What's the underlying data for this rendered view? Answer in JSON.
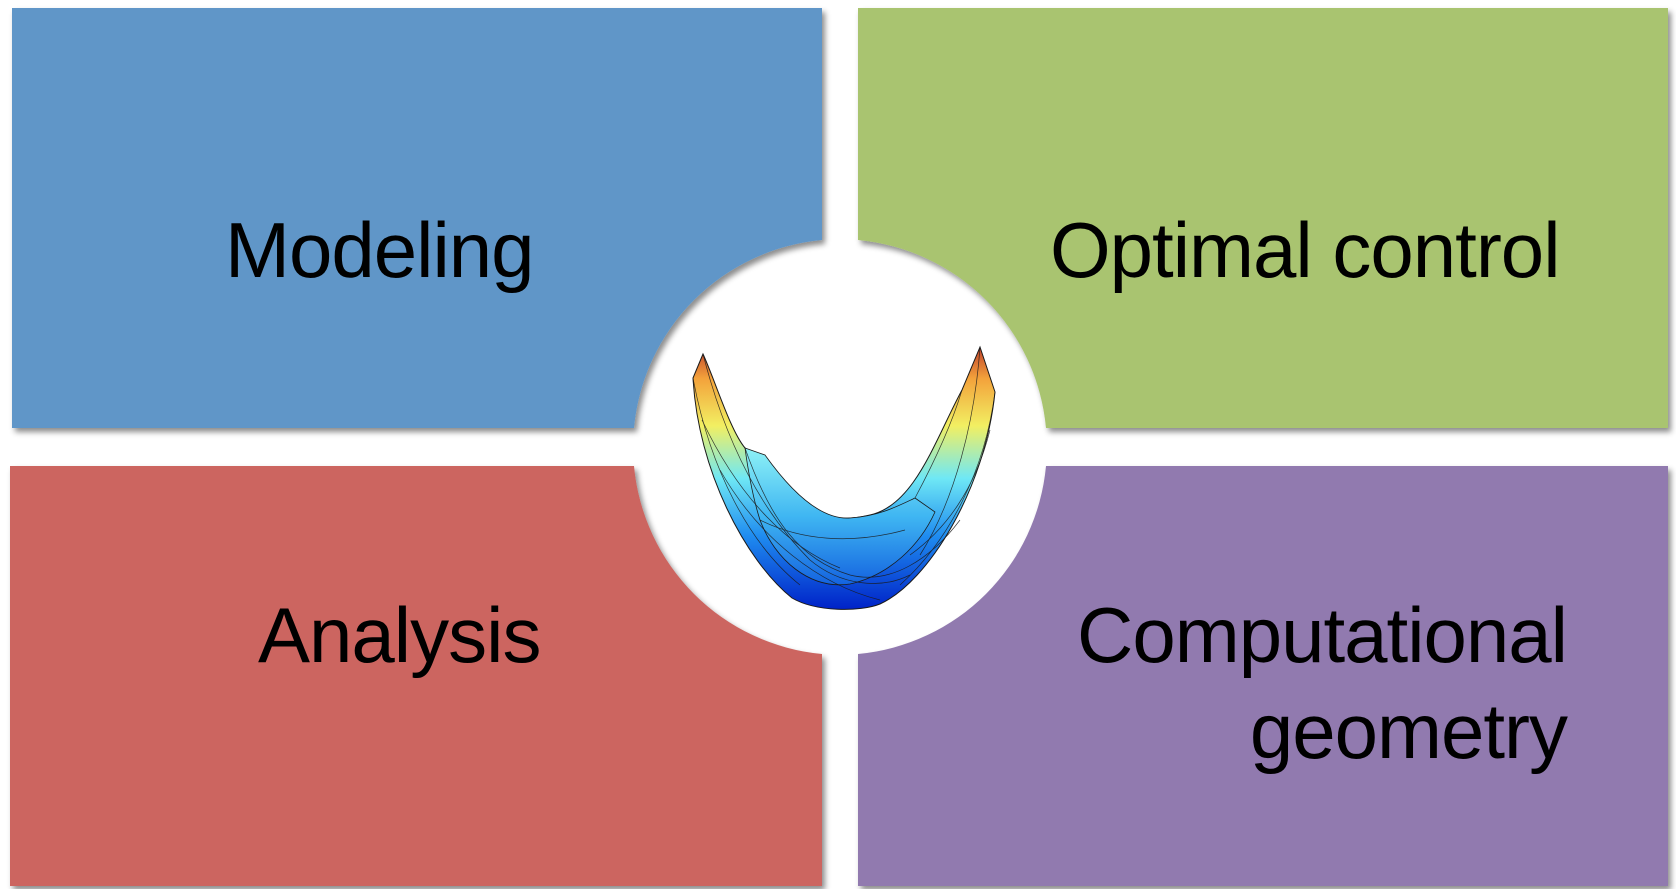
{
  "quadrants": {
    "top_left": {
      "label": "Modeling",
      "color": "#6196c8"
    },
    "top_right": {
      "label": "Optimal control",
      "color": "#a9c46f"
    },
    "bottom_left": {
      "label": "Analysis",
      "color": "#cc6560"
    },
    "bottom_right": {
      "label_line1": "Computational",
      "label_line2": "geometry",
      "color": "#917aaf"
    }
  },
  "center": {
    "graphic": "surface-plot-icon",
    "colormap": [
      "#0022c8",
      "#1f8cf0",
      "#6fe8f5",
      "#f2ef62",
      "#f3a23b",
      "#c0412b"
    ]
  }
}
